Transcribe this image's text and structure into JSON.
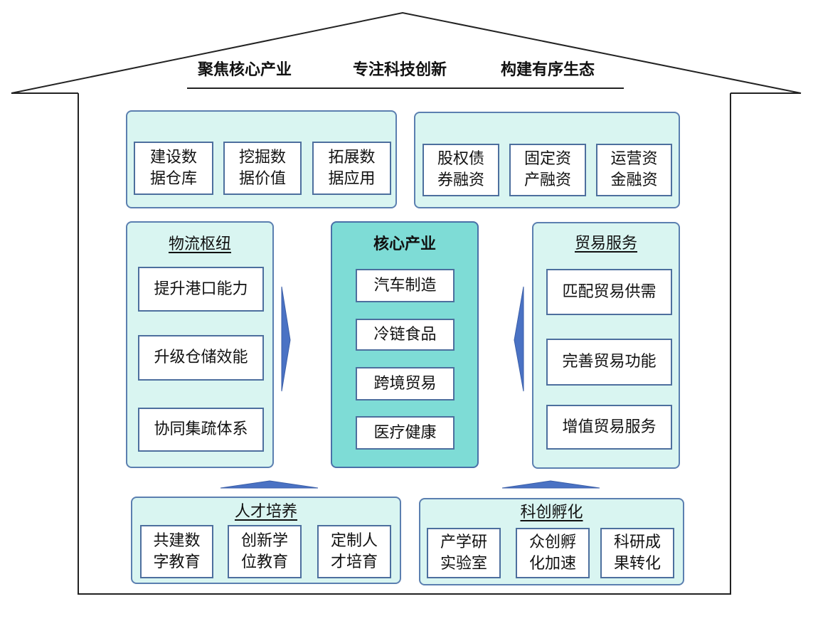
{
  "slogans": [
    "聚焦核心产业",
    "专注科技创新",
    "构建有序生态"
  ],
  "data_panel": {
    "items": [
      "建设数\n据仓库",
      "挖掘数\n据价值",
      "拓展数\n据应用"
    ]
  },
  "finance_panel": {
    "items": [
      "股权债\n券融资",
      "固定资\n产融资",
      "运营资\n金融资"
    ]
  },
  "logistics_panel": {
    "title": "物流枢纽",
    "items": [
      "提升港口能力",
      "升级仓储效能",
      "协同集疏体系"
    ]
  },
  "core_panel": {
    "title": "核心产业",
    "items": [
      "汽车制造",
      "冷链食品",
      "跨境贸易",
      "医疗健康"
    ]
  },
  "trade_panel": {
    "title": "贸易服务",
    "items": [
      "匹配贸易供需",
      "完善贸易功能",
      "增值贸易服务"
    ]
  },
  "talent_panel": {
    "title": "人才培养",
    "items": [
      "共建数\n字教育",
      "创新学\n位教育",
      "定制人\n才培育"
    ]
  },
  "innovation_panel": {
    "title": "科创孵化",
    "items": [
      "产学研\n实验室",
      "众创孵\n化加速",
      "科研成\n果转化"
    ]
  },
  "colors": {
    "panel_fill": "#d9f5f1",
    "core_fill": "#7edcd6",
    "border": "#5b7fb0",
    "arrow": "#4a72c4"
  }
}
